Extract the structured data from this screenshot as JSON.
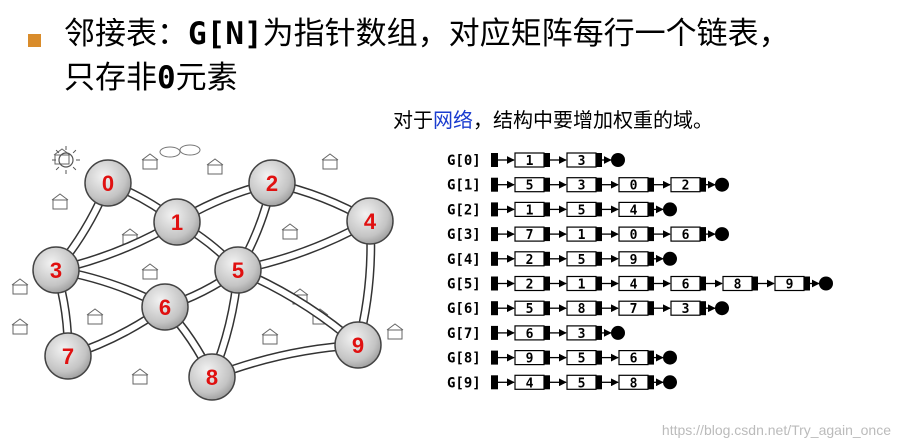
{
  "title": {
    "prefix": "邻接表：",
    "code": "G[N]",
    "middle": "为指针数组，对应矩阵每行一个链表，",
    "line2_pre": "只存非",
    "line2_zero": "0",
    "line2_post": "元素"
  },
  "note": {
    "pre": "对于",
    "highlight": "网络",
    "post": "，结构中要增加权重的域。"
  },
  "graph": {
    "nodes": [
      "0",
      "1",
      "2",
      "3",
      "4",
      "5",
      "6",
      "7",
      "8",
      "9"
    ]
  },
  "adjacency": [
    {
      "label": "G[0]",
      "items": [
        "1",
        "3"
      ]
    },
    {
      "label": "G[1]",
      "items": [
        "5",
        "3",
        "0",
        "2"
      ]
    },
    {
      "label": "G[2]",
      "items": [
        "1",
        "5",
        "4"
      ]
    },
    {
      "label": "G[3]",
      "items": [
        "7",
        "1",
        "0",
        "6"
      ]
    },
    {
      "label": "G[4]",
      "items": [
        "2",
        "5",
        "9"
      ]
    },
    {
      "label": "G[5]",
      "items": [
        "2",
        "1",
        "4",
        "6",
        "8",
        "9"
      ]
    },
    {
      "label": "G[6]",
      "items": [
        "5",
        "8",
        "7",
        "3"
      ]
    },
    {
      "label": "G[7]",
      "items": [
        "6",
        "3"
      ]
    },
    {
      "label": "G[8]",
      "items": [
        "9",
        "5",
        "6"
      ]
    },
    {
      "label": "G[9]",
      "items": [
        "4",
        "5",
        "8"
      ]
    }
  ],
  "watermark": "https://blog.csdn.net/Try_again_once",
  "colors": {
    "bullet": "#d98c2b",
    "node_text": "#e01010",
    "highlight": "#1a3ccf"
  }
}
